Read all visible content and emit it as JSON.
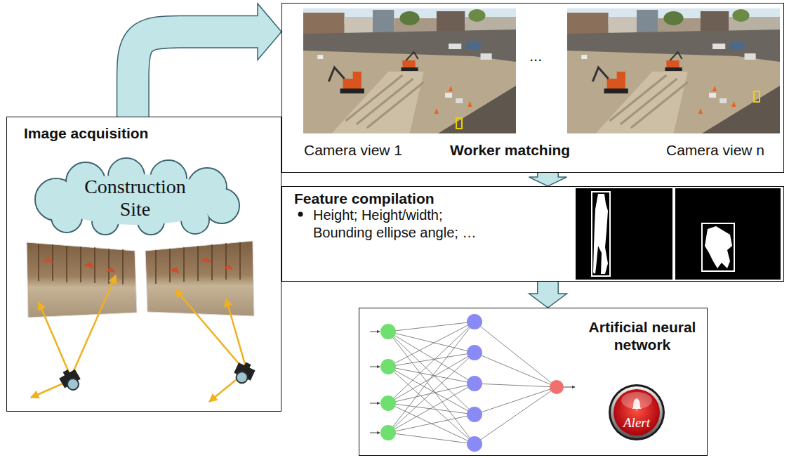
{
  "diagram": {
    "nodes": [
      {
        "text": [
          "Image acquisition"
        ]
      },
      {
        "text": [
          "Construction Site"
        ],
        "in": 0
      },
      {
        "text": [
          "Camera view 1",
          "...",
          "Worker matching",
          "Camera view n"
        ]
      },
      {
        "text": [
          "Feature compilation",
          "Height; Height/width; Bounding ellipse angle; …"
        ]
      },
      {
        "text": [
          "Artificial neural network"
        ]
      },
      {
        "text": [
          "Alert"
        ],
        "in": 4
      }
    ],
    "edges": [
      {
        "from": 0,
        "to": 2,
        "arrow": "to"
      },
      {
        "from": 2,
        "to": 3,
        "arrow": "to"
      },
      {
        "from": 3,
        "to": 4,
        "arrow": "to"
      }
    ]
  }
}
